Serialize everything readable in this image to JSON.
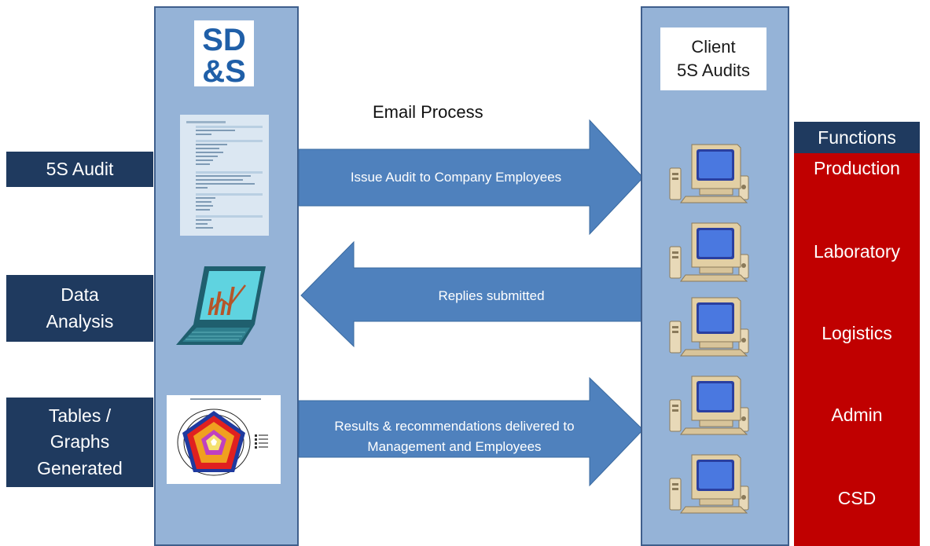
{
  "left_labels": {
    "audit": "5S Audit",
    "analysis_line1": "Data",
    "analysis_line2": "Analysis",
    "tables_line1": "Tables /",
    "tables_line2": "Graphs",
    "tables_line3": "Generated"
  },
  "logo": {
    "line1": "SD",
    "line2": "&S",
    "color": "#1f5fa8"
  },
  "client": {
    "line1": "Client",
    "line2": "5S Audits"
  },
  "email_process": "Email Process",
  "arrows": {
    "issue": "Issue Audit to Company Employees",
    "replies": "Replies submitted",
    "results_line1": "Results & recommendations delivered to",
    "results_line2": "Management and Employees"
  },
  "functions": {
    "header": "Functions",
    "items": [
      "Production",
      "Laboratory",
      "Logistics",
      "Admin",
      "CSD"
    ]
  },
  "colors": {
    "column": "#95b3d7",
    "navy": "#1f3a5f",
    "functions_red": "#c00000",
    "arrow": "#4f81bd"
  },
  "icons": [
    "audit-form-icon",
    "laptop-chart-icon",
    "radar-chart-icon",
    "computer-icon"
  ]
}
